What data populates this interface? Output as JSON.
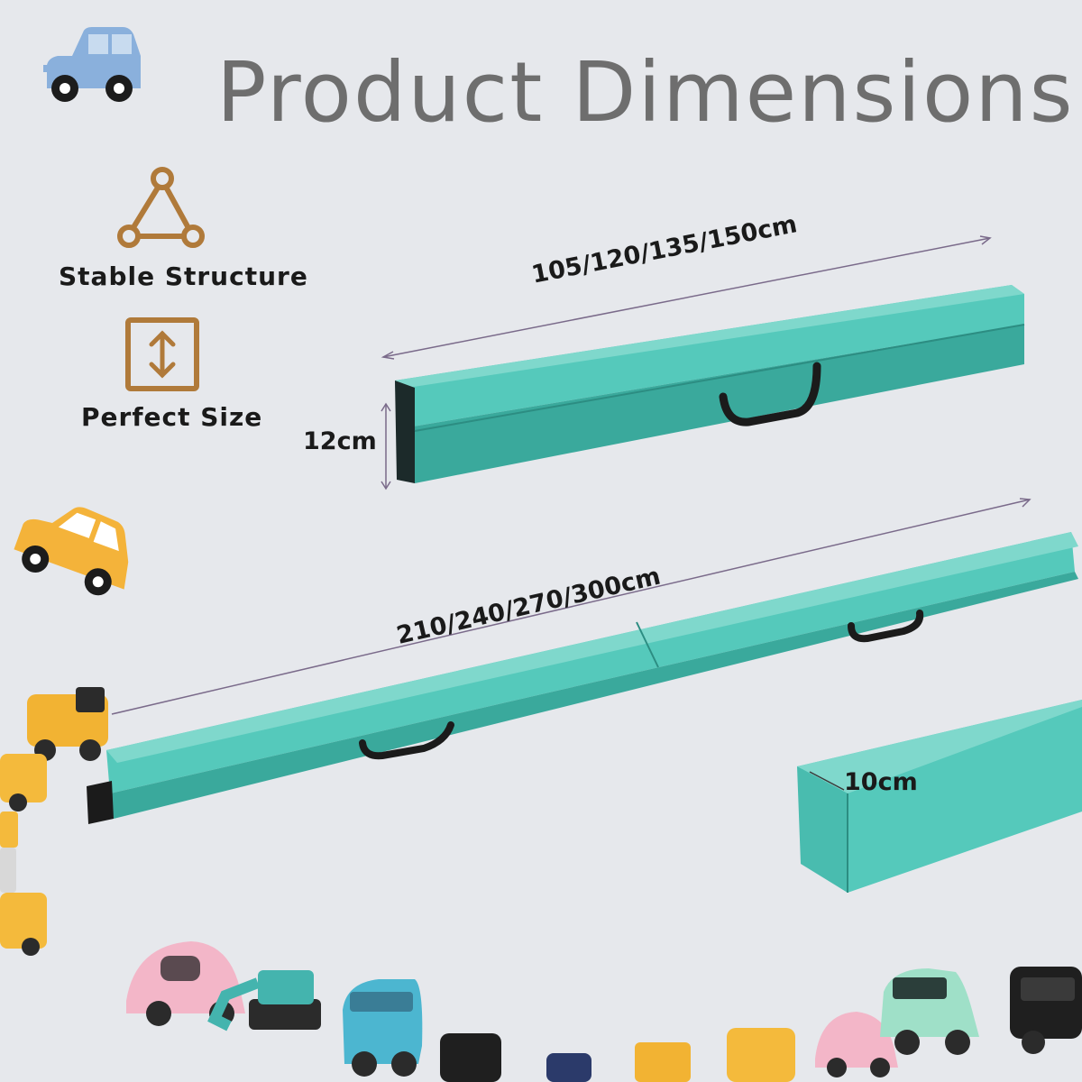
{
  "title": "Product Dimensions",
  "features": [
    {
      "label": "Stable Structure",
      "icon": "triangle-structure-icon"
    },
    {
      "label": "Perfect Size",
      "icon": "vertical-arrows-icon"
    }
  ],
  "dimensions": {
    "folded_length": "105/120/135/150cm",
    "height": "12cm",
    "unfolded_length": "210/240/270/300cm",
    "width": "10cm"
  },
  "colors": {
    "background": "#e6e8ec",
    "beam": "#4fc4b6",
    "beam_dark": "#2f9c90",
    "accent_icon": "#b07a3a",
    "title": "#6e6e6e"
  }
}
